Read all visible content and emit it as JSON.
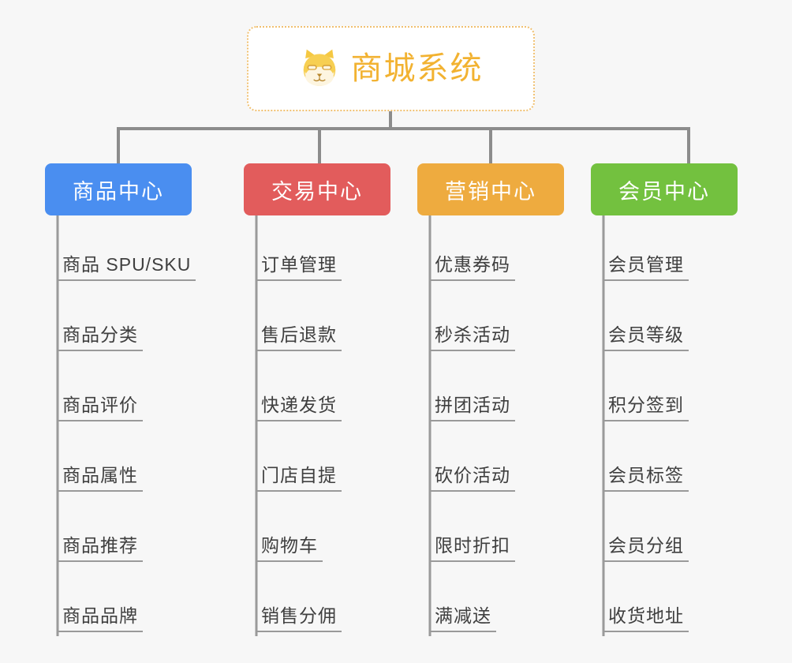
{
  "diagram": {
    "title": "商城系统",
    "type": "mindmap",
    "background_color": "#f7f7f7",
    "connector_color": "#8c8c8c"
  },
  "root": {
    "label": "商城系统",
    "logo_icon": "shiba-dog-logo",
    "text_color": "#f2b231",
    "border_color": "#f0c070",
    "background_color": "#ffffff"
  },
  "categories": [
    {
      "id": "product-center",
      "label": "商品中心",
      "color": "#4a8ef0",
      "items": [
        {
          "label": "商品 SPU/SKU"
        },
        {
          "label": "商品分类"
        },
        {
          "label": "商品评价"
        },
        {
          "label": "商品属性"
        },
        {
          "label": "商品推荐"
        },
        {
          "label": "商品品牌"
        }
      ]
    },
    {
      "id": "trade-center",
      "label": "交易中心",
      "color": "#e25c5c",
      "items": [
        {
          "label": "订单管理"
        },
        {
          "label": "售后退款"
        },
        {
          "label": "快递发货"
        },
        {
          "label": "门店自提"
        },
        {
          "label": "购物车"
        },
        {
          "label": "销售分佣"
        }
      ]
    },
    {
      "id": "marketing-center",
      "label": "营销中心",
      "color": "#eeab3f",
      "items": [
        {
          "label": "优惠券码"
        },
        {
          "label": "秒杀活动"
        },
        {
          "label": "拼团活动"
        },
        {
          "label": "砍价活动"
        },
        {
          "label": "限时折扣"
        },
        {
          "label": "满减送"
        }
      ]
    },
    {
      "id": "member-center",
      "label": "会员中心",
      "color": "#73c13f",
      "items": [
        {
          "label": "会员管理"
        },
        {
          "label": "会员等级"
        },
        {
          "label": "积分签到"
        },
        {
          "label": "会员标签"
        },
        {
          "label": "会员分组"
        },
        {
          "label": "收货地址"
        }
      ]
    }
  ]
}
